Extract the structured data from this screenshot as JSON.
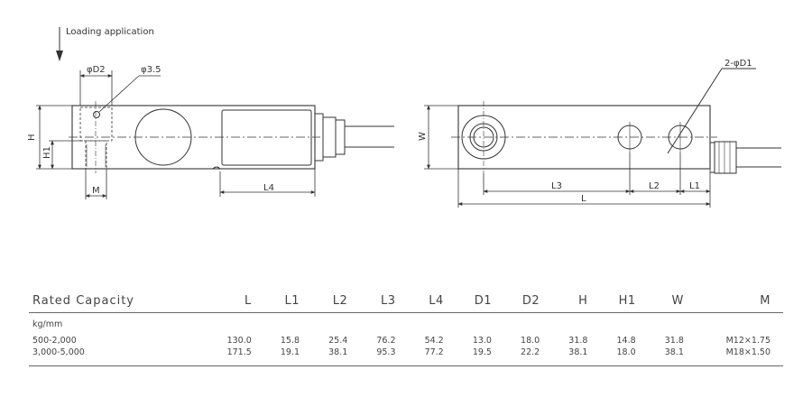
{
  "drawing": {
    "loading_label": "Loading application",
    "labels": {
      "d2": "φD2",
      "hole": "φ3.5",
      "h": "H",
      "h1": "H1",
      "m": "M",
      "l4": "L4",
      "w": "W",
      "two_d1": "2-φD1",
      "l3": "L3",
      "l2": "L2",
      "l1": "L1",
      "l": "L"
    }
  },
  "table": {
    "headers": [
      "Rated Capacity",
      "L",
      "L1",
      "L2",
      "L3",
      "L4",
      "D1",
      "D2",
      "H",
      "H1",
      "W",
      "M"
    ],
    "unit": "kg/mm",
    "rows": [
      [
        "500-2,000",
        "130.0",
        "15.8",
        "25.4",
        "76.2",
        "54.2",
        "13.0",
        "18.0",
        "31.8",
        "14.8",
        "31.8",
        "M12×1.75"
      ],
      [
        "3,000-5,000",
        "171.5",
        "19.1",
        "38.1",
        "95.3",
        "77.2",
        "19.5",
        "22.2",
        "38.1",
        "18.0",
        "38.1",
        "M18×1.50"
      ]
    ]
  }
}
